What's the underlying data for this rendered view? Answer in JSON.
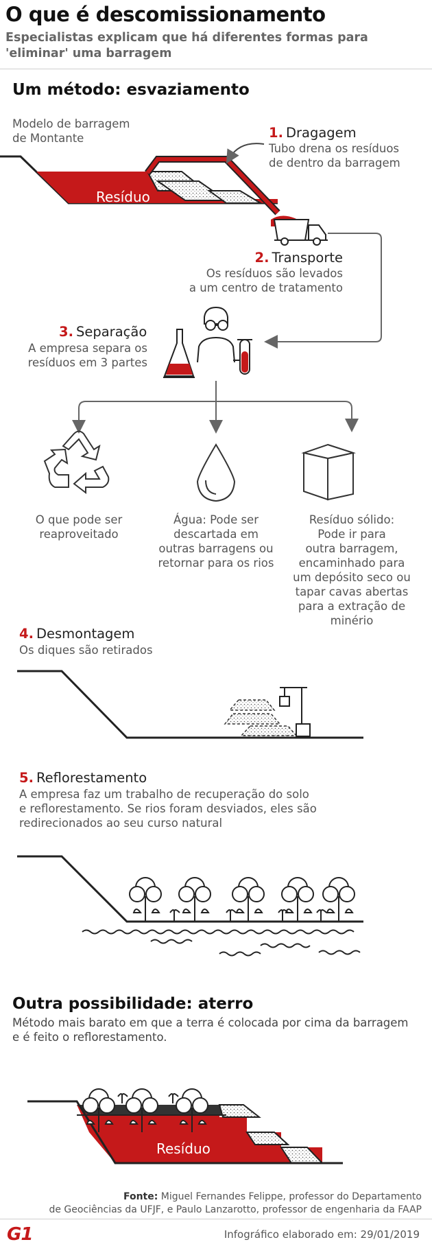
{
  "header": {
    "title": "O que é descomissionamento",
    "subtitle": "Especialistas explicam que há diferentes formas para 'eliminar' uma barragem"
  },
  "method": {
    "heading": "Um método: esvaziamento",
    "model_label_1": "Modelo de barragem",
    "model_label_2": "de Montante",
    "residue_label": "Resíduo"
  },
  "steps": {
    "s1": {
      "num": "1.",
      "title": "Dragagem",
      "desc_1": "Tubo drena os resíduos",
      "desc_2": "de dentro da barragem"
    },
    "s2": {
      "num": "2.",
      "title": "Transporte",
      "desc_1": "Os resíduos são levados",
      "desc_2": "a um centro de tratamento"
    },
    "s3": {
      "num": "3.",
      "title": "Separação",
      "desc_1": "A empresa separa os",
      "desc_2": "resíduos em 3 partes"
    },
    "s4": {
      "num": "4.",
      "title": "Desmontagem",
      "desc_1": "Os diques são retirados"
    },
    "s5": {
      "num": "5.",
      "title": "Reflorestamento",
      "desc_1": "A empresa faz um trabalho de recuperação do solo",
      "desc_2": "e reflorestamento. Se rios foram desviados, eles são",
      "desc_3": "redirecionados ao seu curso natural"
    }
  },
  "outputs": {
    "recycle": [
      "O que pode ser",
      "reaproveitado"
    ],
    "water": [
      "Água: Pode ser",
      "descartada em",
      "outras barragens ou",
      "retornar para os rios"
    ],
    "solid": [
      "Resíduo sólido:",
      "Pode ir para",
      "outra barragem,",
      "encaminhado para",
      "um depósito seco ou",
      "tapar cavas abertas",
      "para a extração de",
      "minério"
    ]
  },
  "alternative": {
    "heading": "Outra possibilidade: aterro",
    "desc_1": "Método mais barato em que a terra é colocada por cima da barragem",
    "desc_2": "e é feito o reflorestamento.",
    "residue_label": "Resíduo"
  },
  "footer": {
    "source_label": "Fonte:",
    "source_1": "Miguel Fernandes Felippe, professor do Departamento",
    "source_2": "de Geociências da UFJF, e Paulo Lanzarotto, professor de engenharia da FAAP",
    "logo": "G1",
    "date_label": "Infográfico elaborado em:",
    "date": "29/01/2019"
  },
  "colors": {
    "accent": "#c5191a",
    "text": "#222222",
    "muted": "#555555",
    "line": "#222222",
    "arrow": "#666666"
  }
}
